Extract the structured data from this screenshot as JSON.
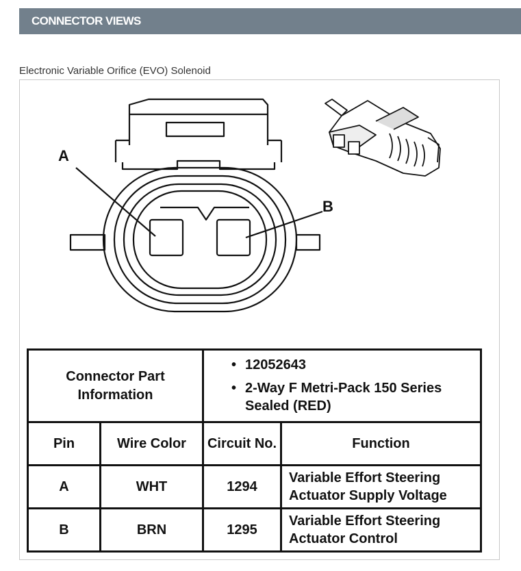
{
  "header": {
    "title": "CONNECTOR VIEWS"
  },
  "caption": "Electronic Variable Orifice (EVO) Solenoid",
  "diagram": {
    "pin_labels": [
      "A",
      "B"
    ]
  },
  "connector_info": {
    "label": "Connector Part Information",
    "specs": [
      "12052643",
      "2-Way F Metri-Pack 150 Series Sealed (RED)"
    ]
  },
  "table": {
    "headers": {
      "pin": "Pin",
      "wire_color": "Wire Color",
      "circuit": "Circuit No.",
      "function": "Function"
    },
    "rows": [
      {
        "pin": "A",
        "wire_color": "WHT",
        "circuit": "1294",
        "function": "Variable Effort Steering Actuator Supply Voltage"
      },
      {
        "pin": "B",
        "wire_color": "BRN",
        "circuit": "1295",
        "function": "Variable Effort Steering Actuator Control"
      }
    ]
  },
  "colors": {
    "header_bg": "#72808c",
    "header_text": "#ffffff",
    "line": "#111111"
  }
}
